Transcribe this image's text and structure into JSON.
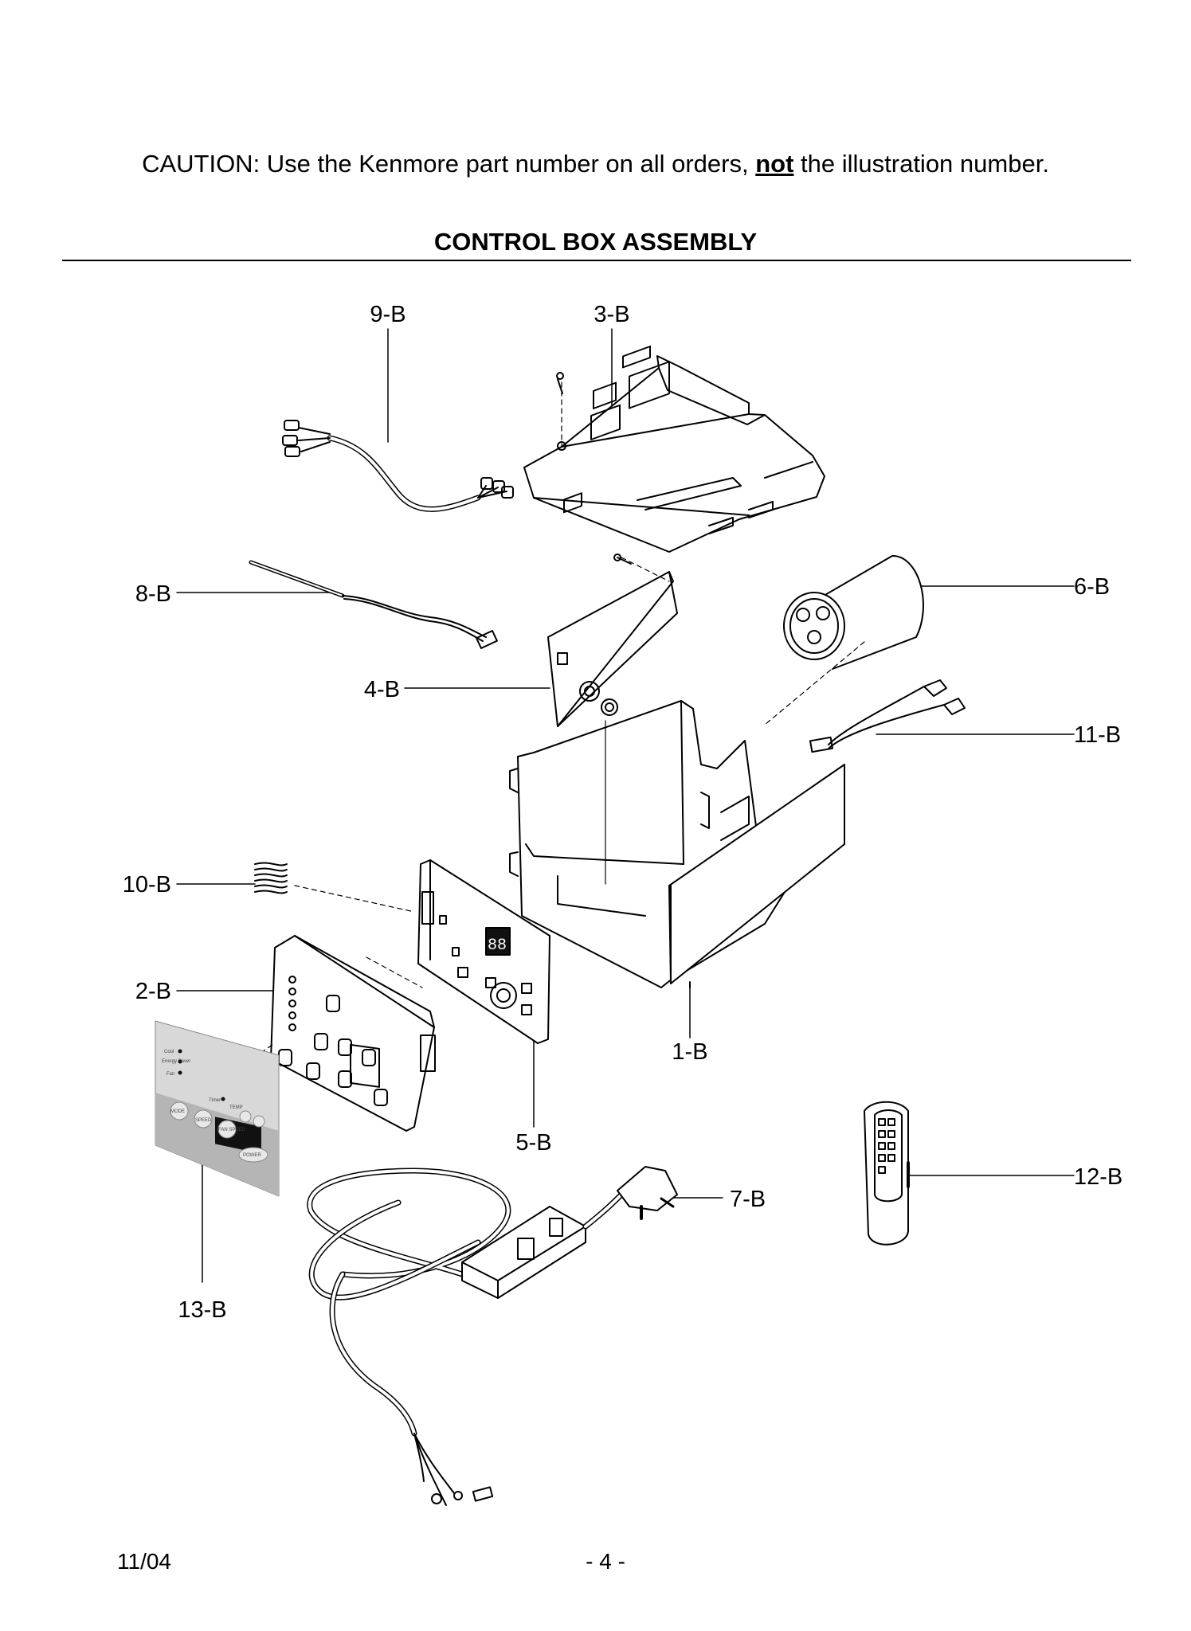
{
  "caution": {
    "prefix": "CAUTION: Use the Kenmore part number on all orders, ",
    "emphasis": "not",
    "suffix": " the illustration number."
  },
  "section_title": "CONTROL BOX ASSEMBLY",
  "callouts": [
    "9-B",
    "3-B",
    "8-B",
    "6-B",
    "4-B",
    "11-B",
    "10-B",
    "2-B",
    "1-B",
    "5-B",
    "12-B",
    "7-B",
    "13-B"
  ],
  "footer": {
    "date": "11/04",
    "page": "- 4 -"
  },
  "panel_text": {
    "cool": "Cool",
    "energy_saver": "Energy Saver",
    "fan": "Fan",
    "timer": "Timer",
    "temp": "TEMP",
    "mode": "MODE",
    "speed": "SPEED",
    "fan_speed": "FAN SPEED",
    "power": "POWER"
  }
}
